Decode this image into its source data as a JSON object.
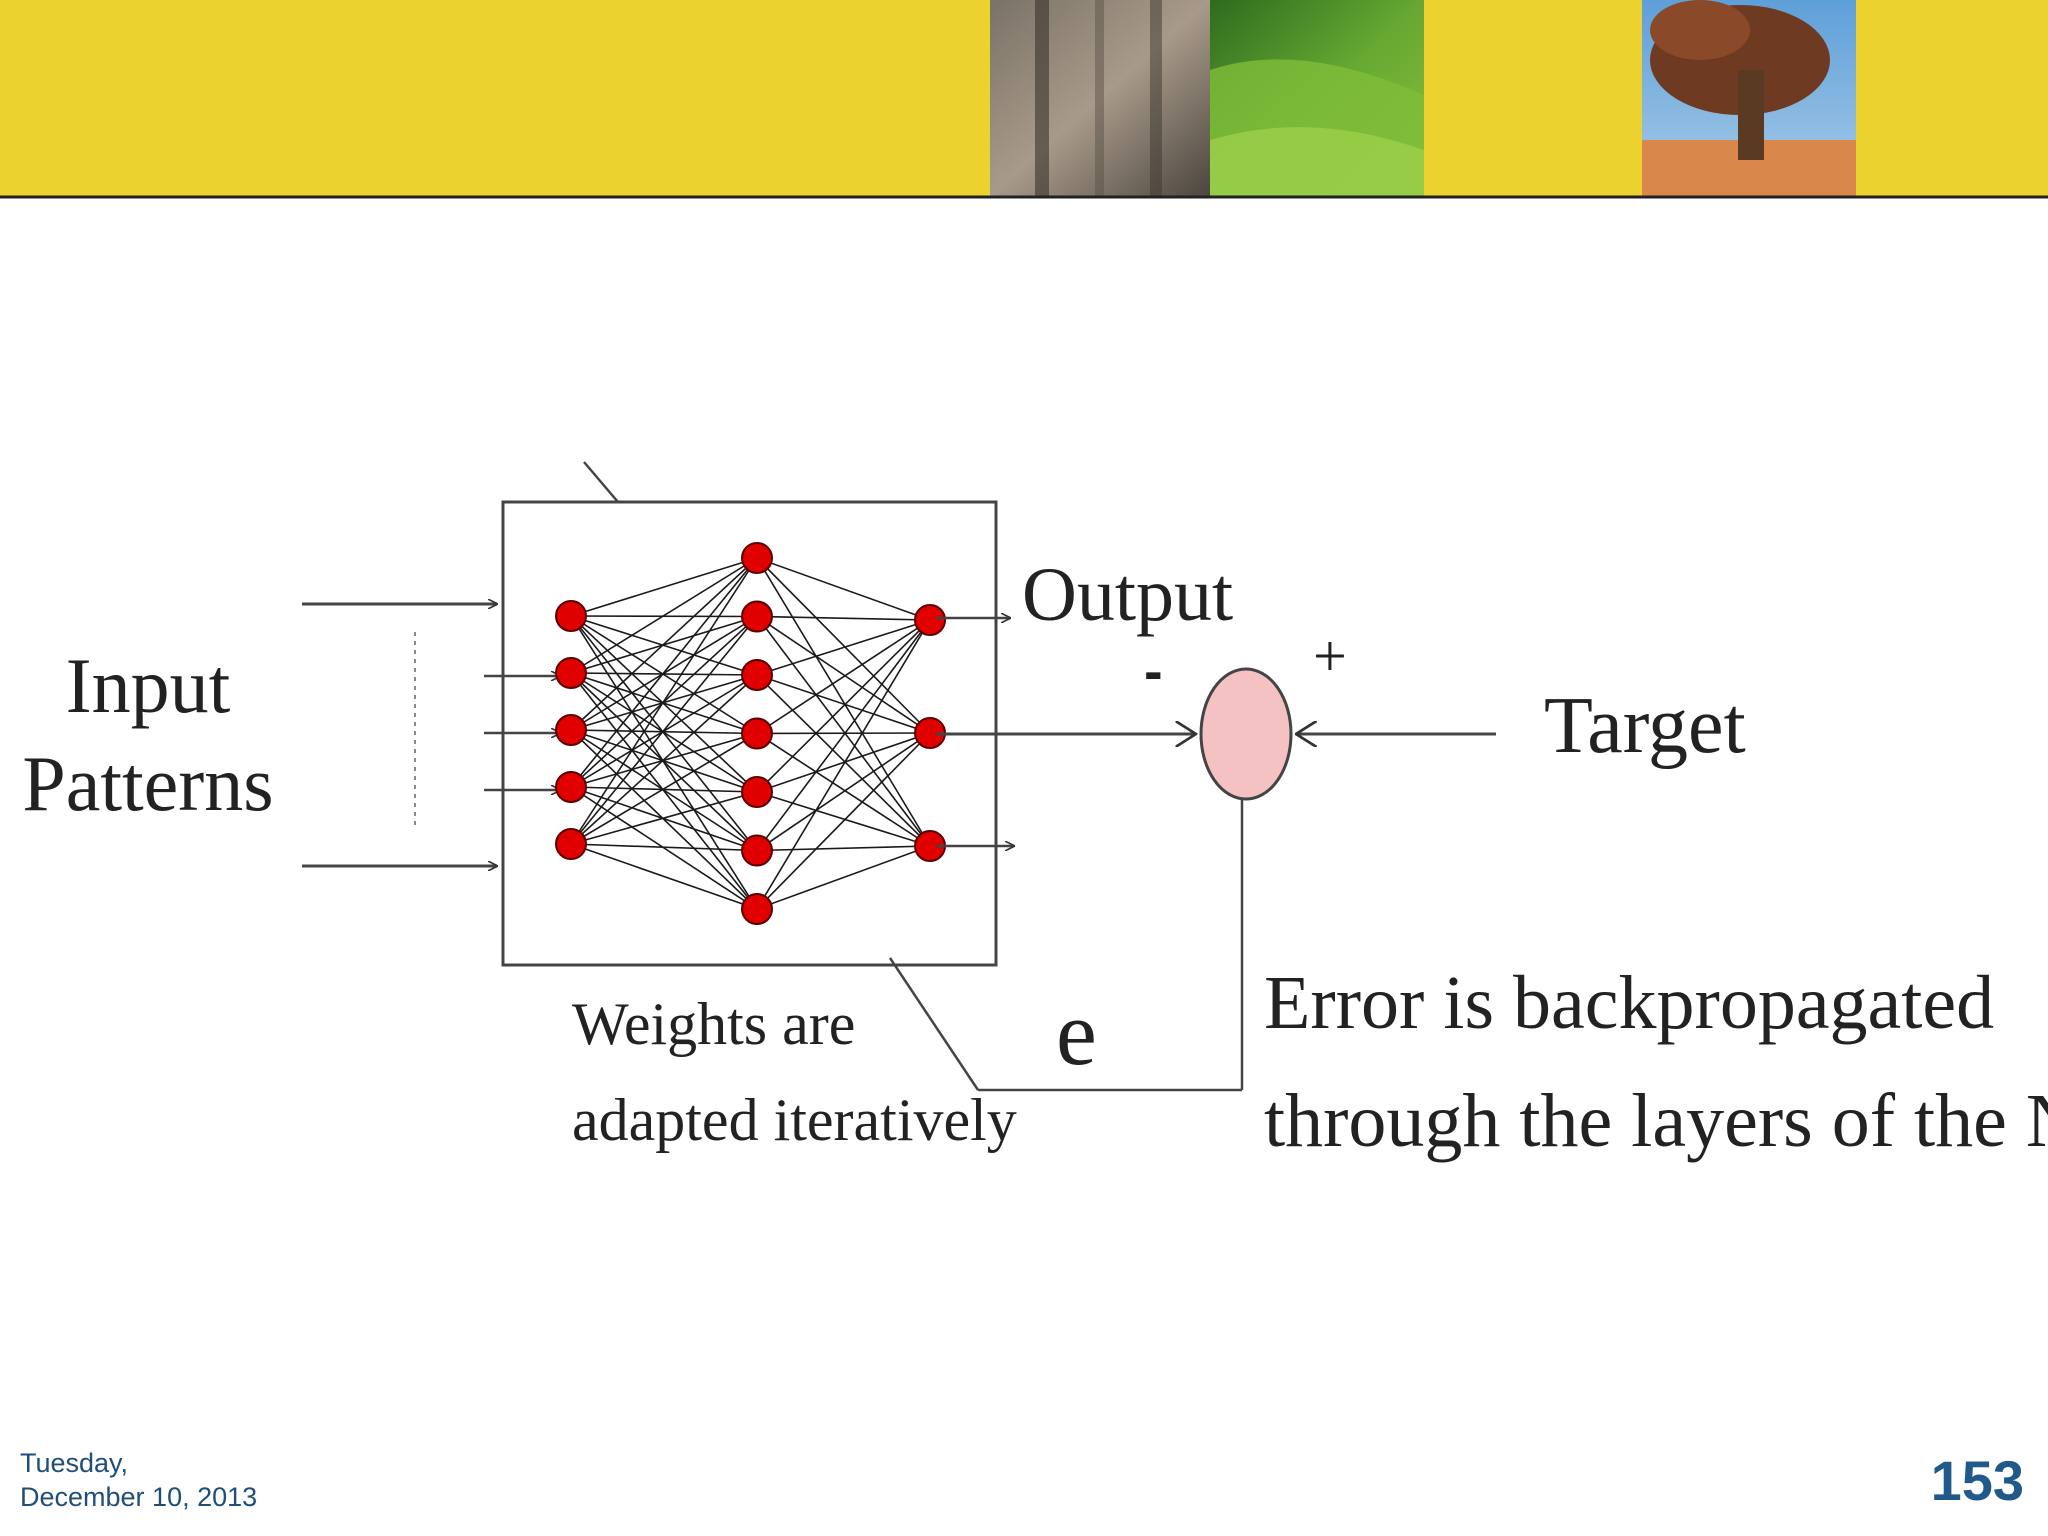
{
  "header": {
    "band_color": "#ecd22f",
    "photos": [
      "misty-forest-photo",
      "green-hills-photo",
      "tree-desert-photo"
    ]
  },
  "diagram": {
    "input_label_line1": "Input",
    "input_label_line2": "Patterns",
    "output_label": "Output",
    "minus_sign": "-",
    "plus_sign": "+",
    "target_label": "Target",
    "error_symbol": "e",
    "weights_note_line1": "Weights are",
    "weights_note_line2": "adapted iteratively",
    "backprop_note_line1": "Error is backpropagated",
    "backprop_note_line2": "through the layers of the NN",
    "neuron_color": "#e00000",
    "comparator_color": "#f4c2c2",
    "layers": [
      5,
      7,
      3
    ]
  },
  "footer": {
    "date_line1": "Tuesday,",
    "date_line2": "December 10, 2013",
    "page_number": "153"
  }
}
